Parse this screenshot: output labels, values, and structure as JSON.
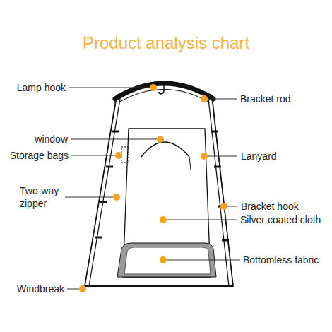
{
  "diagram": {
    "title": "Product analysis chart",
    "labels": [
      "Lamp hook",
      "Bracket rod",
      "window",
      "Storage bags",
      "Lanyard",
      "Two-way zipper",
      "Bracket hook",
      "Silver coated cloth",
      "Bottomless fabric",
      "Windbreak"
    ]
  }
}
